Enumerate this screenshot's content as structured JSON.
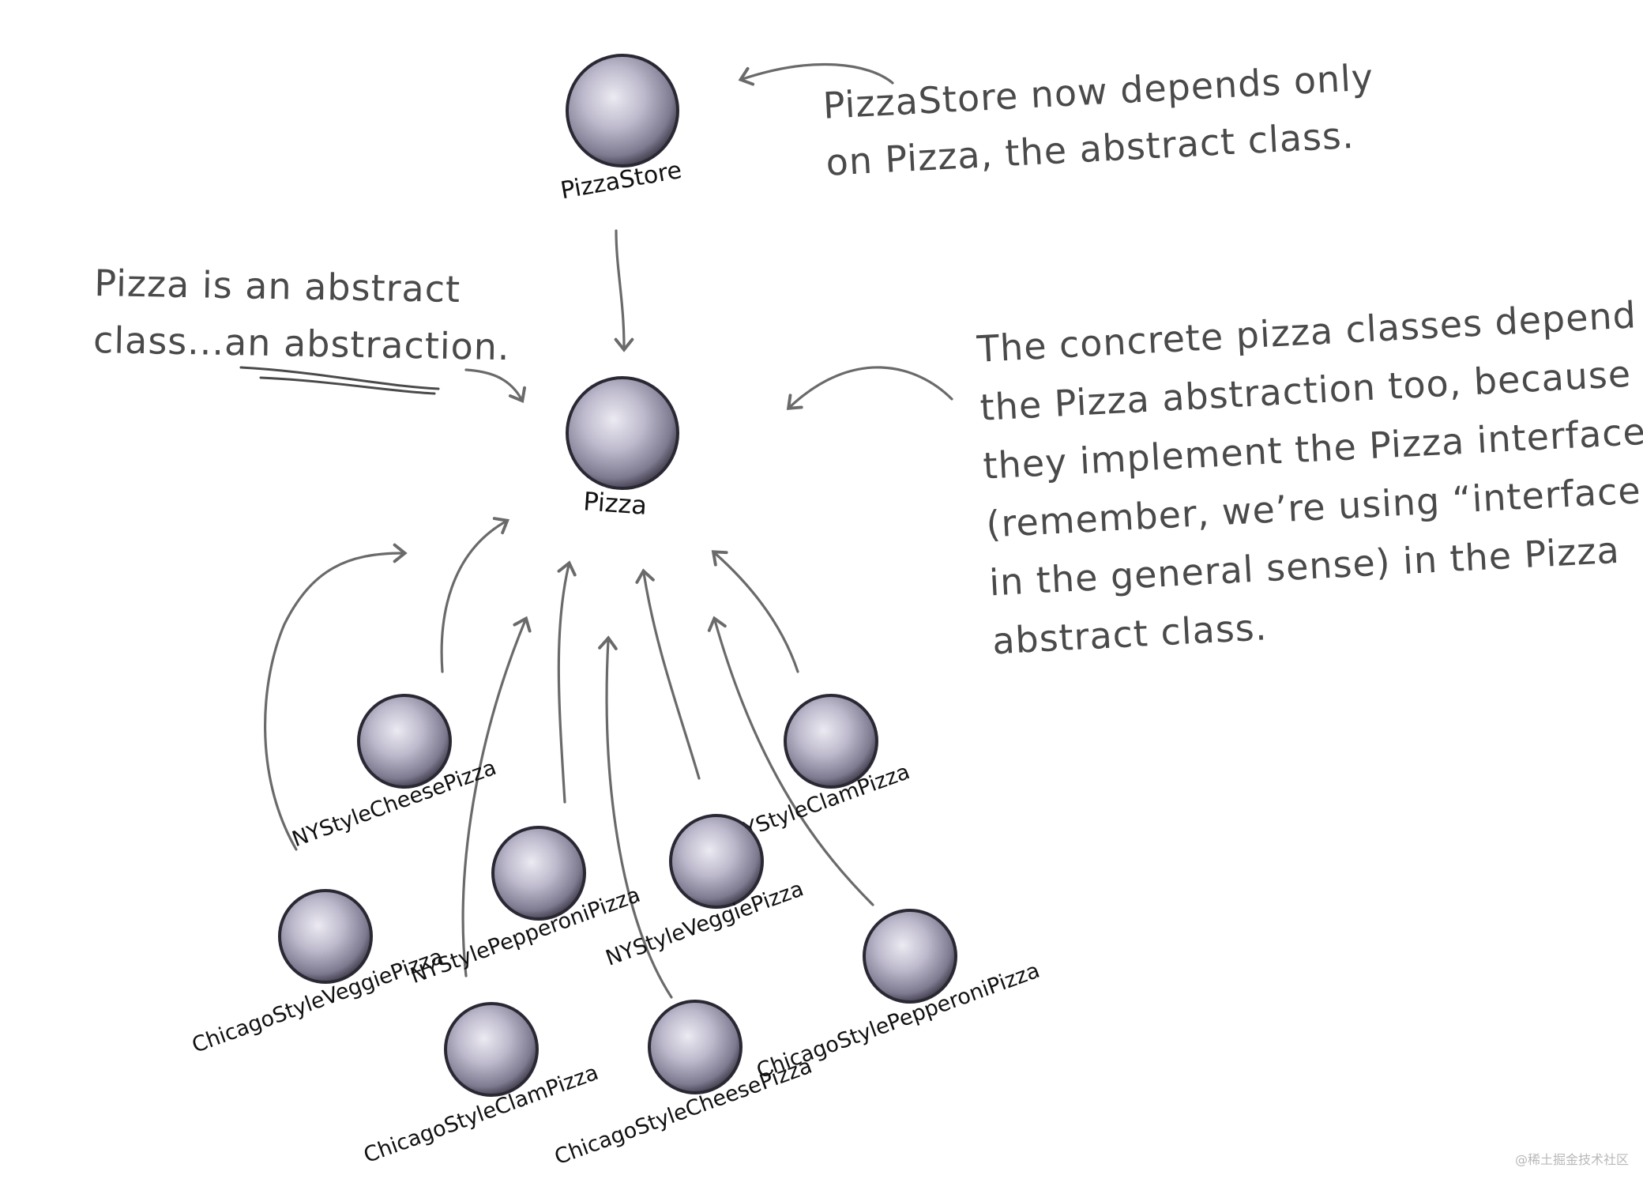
{
  "nodes": {
    "pizza_store": "PizzaStore",
    "pizza": "Pizza",
    "ny_cheese": "NYStyleCheesePizza",
    "ny_clam": "NYStyleClamPizza",
    "ny_pepperoni": "NYStylePepperoniPizza",
    "ny_veggie": "NYStyleVeggiePizza",
    "chicago_veggie": "ChicagoStyleVeggiePizza",
    "chicago_clam": "ChicagoStyleClamPizza",
    "chicago_cheese": "ChicagoStyleCheesePizza",
    "chicago_pepperoni": "ChicagoStylePepperoniPizza"
  },
  "annotations": {
    "store_note_1": "PizzaStore now depends only",
    "store_note_2": "on Pizza, the abstract class.",
    "pizza_note_1": "Pizza is an abstract",
    "pizza_note_2a": "class...an ",
    "pizza_note_2b": "abstraction.",
    "concrete_1": "The concrete pizza classes depend on",
    "concrete_2": "the Pizza abstraction too, because",
    "concrete_3": "they implement the Pizza interface",
    "concrete_4": "(remember, we’re using “interface”",
    "concrete_5": "in the general sense) in the Pizza",
    "concrete_6": "abstract class."
  },
  "watermark": "@稀土掘金技术社区",
  "colors": {
    "ink": "#4a4a4a",
    "arrow": "#6a6a6a",
    "ball_light": "#eceaf2",
    "ball_mid": "#b3afc3",
    "ball_dark": "#5c5870",
    "ball_edge": "#2a2833"
  }
}
